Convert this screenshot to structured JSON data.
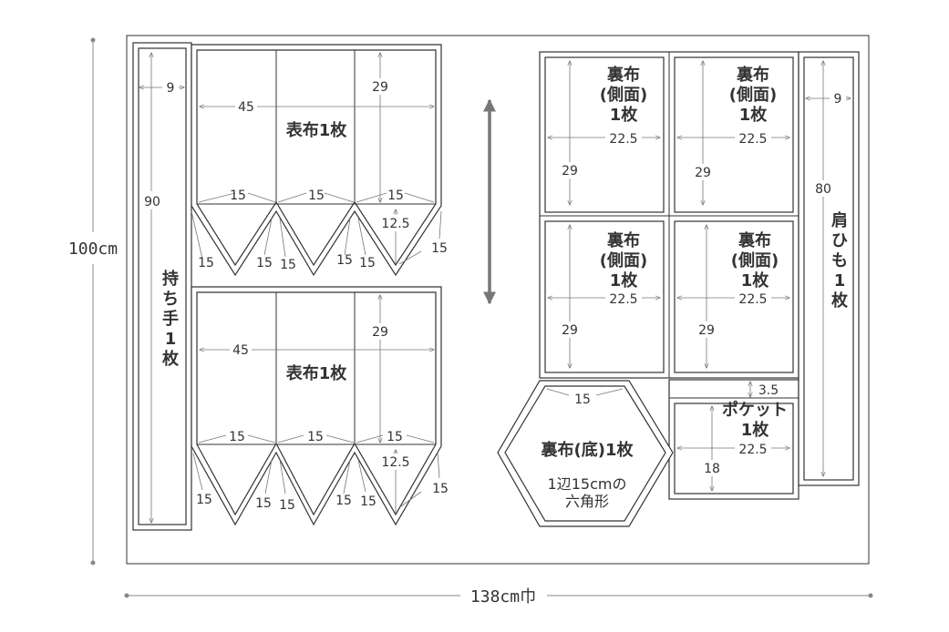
{
  "fabric": {
    "height_label": "100cm",
    "width_label": "138cm巾"
  },
  "pieces": {
    "handle": {
      "line1": "持",
      "line2": "ち",
      "line3": "手",
      "line4": "1",
      "line5": "枚",
      "width": "9",
      "length": "90"
    },
    "outer_top": {
      "label": "表布1枚",
      "width": "45",
      "height": "29",
      "seg1": "15",
      "seg2": "15",
      "seg3": "15",
      "point": "12.5",
      "side_a": "15",
      "side_b": "15",
      "side_c": "15",
      "side_d": "15",
      "side_e": "15",
      "side_f": "15"
    },
    "outer_bottom": {
      "label": "表布1枚",
      "width": "45",
      "height": "29",
      "seg1": "15",
      "seg2": "15",
      "seg3": "15",
      "point": "12.5",
      "side_a": "15",
      "side_b": "15",
      "side_c": "15",
      "side_d": "15",
      "side_e": "15",
      "side_f": "15"
    },
    "lining_side": [
      {
        "l1": "裏布",
        "l2": "(側面)",
        "l3": "1枚",
        "width": "22.5",
        "height": "29"
      },
      {
        "l1": "裏布",
        "l2": "(側面)",
        "l3": "1枚",
        "width": "22.5",
        "height": "29"
      },
      {
        "l1": "裏布",
        "l2": "(側面)",
        "l3": "1枚",
        "width": "22.5",
        "height": "29"
      },
      {
        "l1": "裏布",
        "l2": "(側面)",
        "l3": "1枚",
        "width": "22.5",
        "height": "29"
      }
    ],
    "bottom": {
      "label": "裏布(底)1枚",
      "side": "15",
      "note1": "1辺15cmの",
      "note2": "六角形"
    },
    "pocket": {
      "l1": "ポケット",
      "l2": "1枚",
      "width": "22.5",
      "height": "18",
      "gap": "3.5"
    },
    "strap": {
      "line1": "肩",
      "line2": "ひ",
      "line3": "も",
      "line4": "1",
      "line5": "枚",
      "width": "9",
      "length": "80"
    }
  }
}
